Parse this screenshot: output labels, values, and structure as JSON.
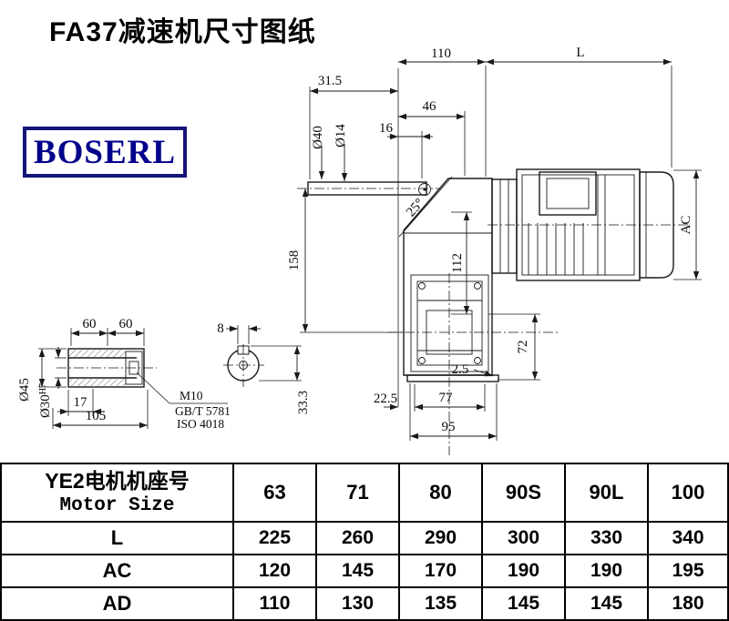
{
  "page": {
    "title": "FA37减速机尺寸图纸"
  },
  "logo": {
    "text": "BOSERL"
  },
  "drawing": {
    "dims": {
      "d110": "110",
      "dL": "L",
      "d31_5": "31.5",
      "d46": "46",
      "d16": "16",
      "d40": "Ø40",
      "d14": "Ø14",
      "a25": "25°",
      "d158": "158",
      "d112": "112",
      "dAC": "AC",
      "d72": "72",
      "d2_5": "2.5",
      "d22_5": "22.5",
      "d77": "77",
      "d95": "95"
    },
    "detail": {
      "d60a": "60",
      "d60b": "60",
      "d8": "8",
      "d45": "Ø45",
      "d30": "Ø30",
      "d30t": "H7",
      "d17": "17",
      "d105": "105",
      "m10": "M10",
      "gbt": "GB/T 5781",
      "iso": "ISO 4018",
      "d33_3": "33.3"
    }
  },
  "table": {
    "header_cn": "YE2电机机座号",
    "header_en": "Motor Size",
    "sizes": [
      "63",
      "71",
      "80",
      "90S",
      "90L",
      "100"
    ],
    "rows": [
      {
        "label": "L",
        "values": [
          "225",
          "260",
          "290",
          "300",
          "330",
          "340"
        ]
      },
      {
        "label": "AC",
        "values": [
          "120",
          "145",
          "170",
          "190",
          "190",
          "195"
        ]
      },
      {
        "label": "AD",
        "values": [
          "110",
          "130",
          "135",
          "145",
          "145",
          "180"
        ]
      }
    ]
  }
}
